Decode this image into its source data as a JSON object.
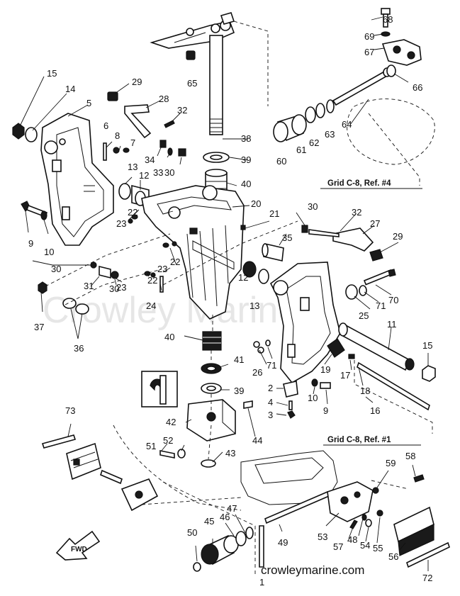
{
  "watermark": {
    "footer_text": "crowleymarine.com",
    "background_text": "Crowley Marine"
  },
  "grid_refs": {
    "top": "Grid C-8, Ref. #4",
    "bottom": "Grid C-8, Ref. #1"
  },
  "fwd_label": "FWD",
  "part_numbers": {
    "p1": "1",
    "p2": "2",
    "p3": "3",
    "p4": "4",
    "p5": "5",
    "p6": "6",
    "p7": "7",
    "p8": "8",
    "p9a": "9",
    "p9b": "9",
    "p10a": "10",
    "p10b": "10",
    "p11": "11",
    "p12a": "12",
    "p12b": "12",
    "p13a": "13",
    "p13b": "13",
    "p14": "14",
    "p15a": "15",
    "p15b": "15",
    "p16": "16",
    "p17": "17",
    "p18": "18",
    "p19": "19",
    "p20": "20",
    "p21": "21",
    "p22a": "22",
    "p22b": "22",
    "p22c": "22",
    "p23a": "23",
    "p23b": "23",
    "p23c": "23",
    "p24": "24",
    "p25": "25",
    "p26": "26",
    "p27": "27",
    "p28": "28",
    "p29a": "29",
    "p29b": "29",
    "p30a": "30",
    "p30b": "30",
    "p30c": "30",
    "p30d": "30",
    "p31": "31",
    "p32a": "32",
    "p32b": "32",
    "p33": "33",
    "p34": "34",
    "p35": "35",
    "p36": "36",
    "p37": "37",
    "p38": "38",
    "p39a": "39",
    "p39b": "39",
    "p40a": "40",
    "p40b": "40",
    "p41": "41",
    "p42": "42",
    "p43": "43",
    "p44": "44",
    "p45": "45",
    "p46": "46",
    "p47": "47",
    "p48": "48",
    "p49": "49",
    "p50": "50",
    "p51": "51",
    "p52": "52",
    "p53": "53",
    "p54": "54",
    "p55": "55",
    "p56": "56",
    "p57": "57",
    "p58": "58",
    "p59": "59",
    "p60": "60",
    "p61": "61",
    "p62": "62",
    "p63": "63",
    "p64": "64",
    "p65": "65",
    "p66": "66",
    "p67": "67",
    "p68": "68",
    "p69": "69",
    "p70": "70",
    "p71a": "71",
    "p71b": "71",
    "p72": "72",
    "p73": "73"
  }
}
